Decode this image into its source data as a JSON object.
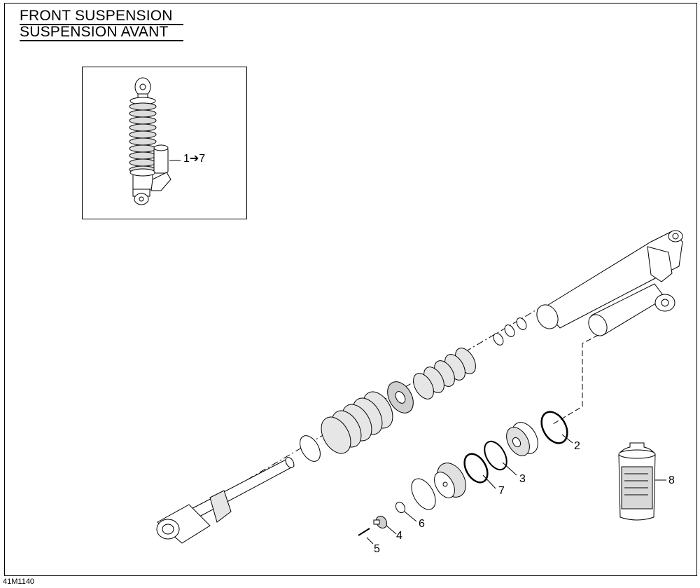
{
  "title": {
    "english": "FRONT SUSPENSION",
    "french": "SUSPENSION AVANT"
  },
  "inset": {
    "callout": "1➔7"
  },
  "callouts": {
    "item_2": "2",
    "item_3": "3",
    "item_4": "4",
    "item_5": "5",
    "item_6": "6",
    "item_7": "7",
    "item_8": "8"
  },
  "figure_code": "41M1140",
  "colors": {
    "line": "#000000",
    "background": "#ffffff",
    "shade": "#9a9a9a"
  }
}
